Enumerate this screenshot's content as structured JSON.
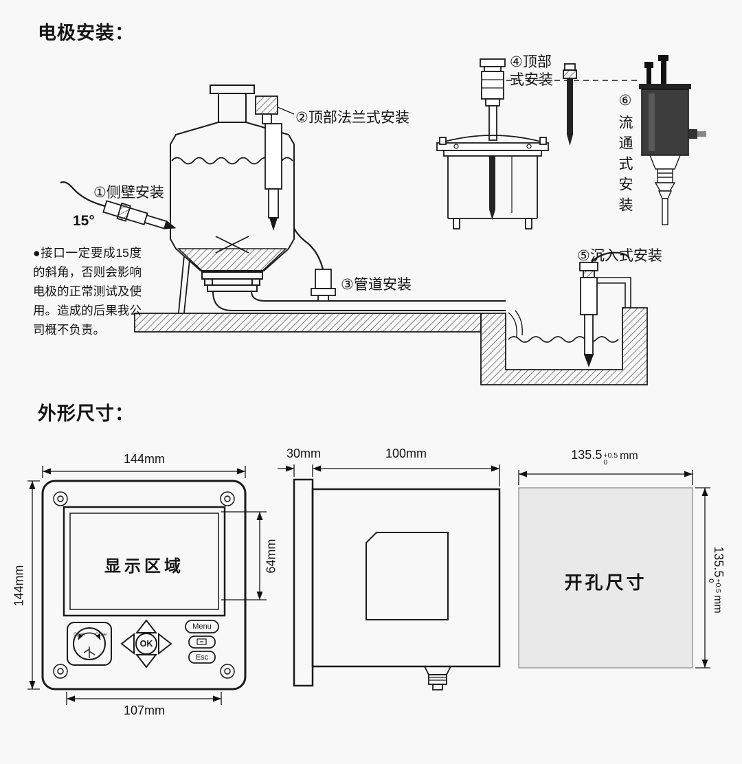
{
  "colors": {
    "ink": "#1a1a1a",
    "background": "#f8f8f8",
    "cutout_fill": "#e9e9e9"
  },
  "electrode_section": {
    "title": "电极安装：",
    "labels": {
      "side_wall": "①侧壁安装",
      "angle": "15°",
      "top_flange": "②顶部法兰式安装",
      "pipe": "③管道安装",
      "top_mount_line1": "④顶部",
      "top_mount_line2": "式安装",
      "submerged": "⑤沉入式安装",
      "flow_through_vertical": "⑥流通式安装",
      "warning": "●接口一定要成15度的斜角，否则会影响电极的正常测试及使用。造成的后果我公司概不负责。"
    }
  },
  "dimension_section": {
    "title": "外形尺寸：",
    "front_view": {
      "width_label": "144mm",
      "height_label": "144mm",
      "display_label": "显示区域",
      "display_height_label": "64mm",
      "bottom_width_label": "107mm",
      "knob_open": "Open",
      "knob_close": "Close",
      "menu_button": "Menu",
      "ok_button": "OK",
      "esc_button": "Esc"
    },
    "side_view": {
      "bezel_depth_label": "30mm",
      "body_depth_label": "100mm"
    },
    "cutout": {
      "label": "开孔尺寸",
      "size_value": "135.5",
      "tol_upper": "+0.5",
      "tol_lower": "0",
      "unit": "mm"
    }
  }
}
